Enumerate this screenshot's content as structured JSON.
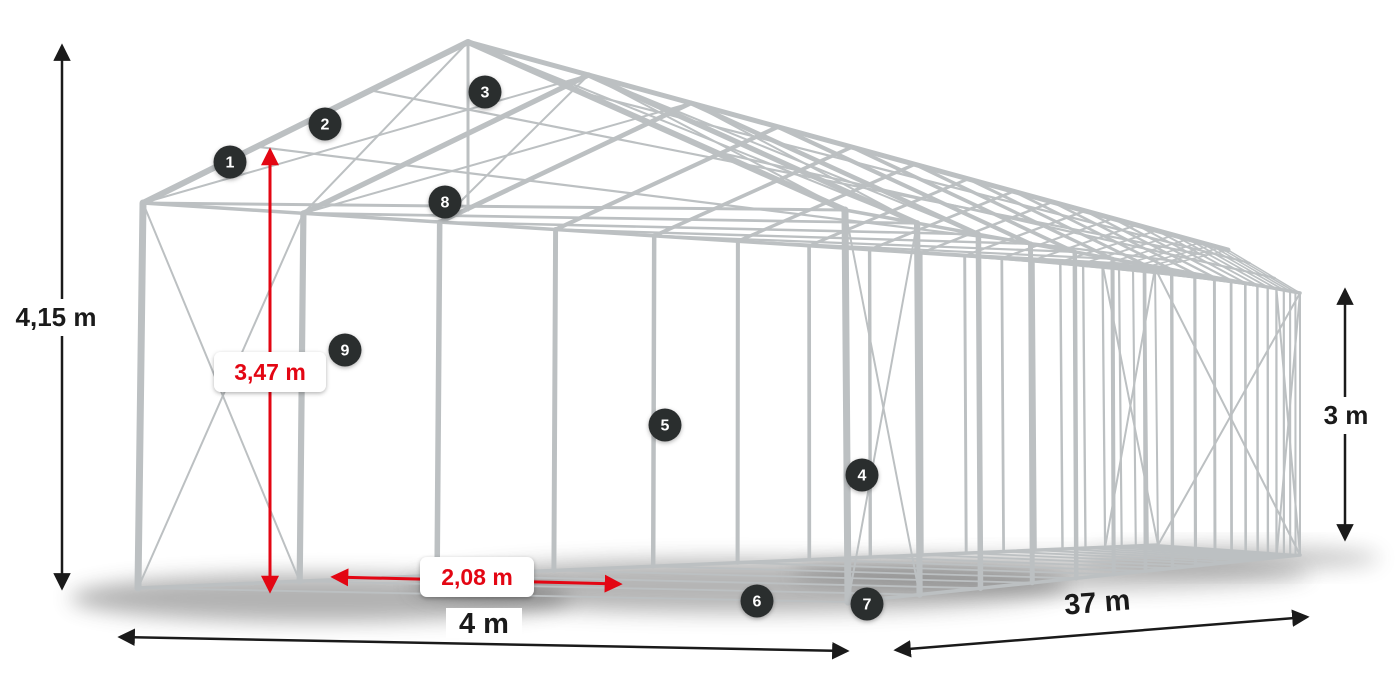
{
  "diagram": {
    "dimensions": {
      "total_height": "4,15 m",
      "ridge_clearance": "3,47 m",
      "side_height": "3 m",
      "width": "4 m",
      "length": "37 m",
      "frame_spacing": "2,08 m"
    },
    "markers": [
      "1",
      "2",
      "3",
      "4",
      "5",
      "6",
      "7",
      "8",
      "9"
    ],
    "colors": {
      "frame": "#bcc0c2",
      "dimension": "#1a1a1a",
      "accent": "#e30613",
      "marker_bg": "#2c2e2f"
    }
  }
}
